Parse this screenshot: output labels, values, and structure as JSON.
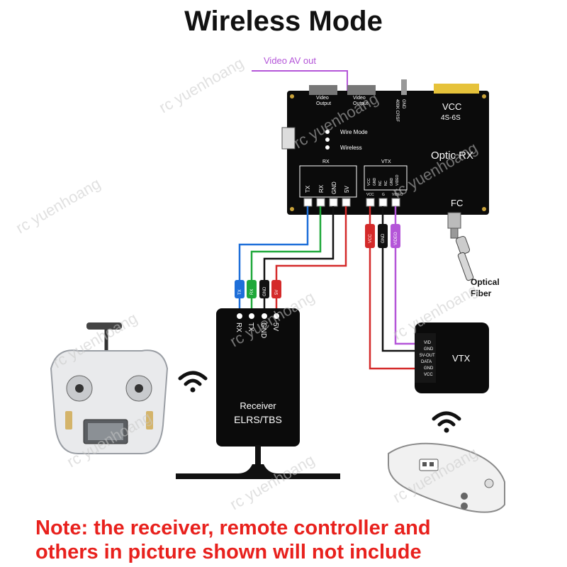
{
  "title": "Wireless Mode",
  "video_av_out": "Video AV out",
  "board": {
    "video_output_1": [
      "Video",
      "Output"
    ],
    "video_output_2": [
      "Video",
      "Output"
    ],
    "gnd_crsf": [
      "GND",
      "400K CRSF"
    ],
    "wire_mode": "Wire Mode",
    "wireless": "Wireless",
    "vcc": "VCC",
    "voltage": "4S-6S",
    "optic_rx": "Optic RX",
    "fc": "FC",
    "rx_group": "RX",
    "vtx_group": "VTX",
    "rx_pins": [
      "TX",
      "RX",
      "GND",
      "5V"
    ],
    "vtx_pins": [
      "VCC",
      "GND",
      "NC",
      "NC",
      "GND",
      "VIDEO"
    ],
    "vtx_pins_bottom": [
      "VCC",
      "G",
      "VIDEO"
    ]
  },
  "optical_fiber": [
    "Optical",
    "Fiber"
  ],
  "rx_wire_labels": [
    "TX",
    "RX",
    "GND",
    "5V"
  ],
  "vtx_wire_labels": [
    "VCC",
    "GND",
    "VIDEO"
  ],
  "receiver": {
    "pins": [
      "RX",
      "TX",
      "GND",
      "5V"
    ],
    "label_1": "Receiver",
    "label_2": "ELRS/TBS"
  },
  "vtx": {
    "pins": [
      "VID",
      "GND",
      "5V-OUT",
      "DATA",
      "GND",
      "VCC"
    ],
    "label": "VTX"
  },
  "watermark": "rc yuenhoang",
  "note_lines": [
    "Note: the receiver, remote controller and",
    "others in picture shown will not include"
  ],
  "colors": {
    "red_note": "#e8211d",
    "wire_blue": "#1e6fd9",
    "wire_green": "#1fa83a",
    "wire_black": "#111111",
    "wire_red": "#d42a2a",
    "wire_purple": "#b455d8",
    "board": "#0b0b0b"
  }
}
